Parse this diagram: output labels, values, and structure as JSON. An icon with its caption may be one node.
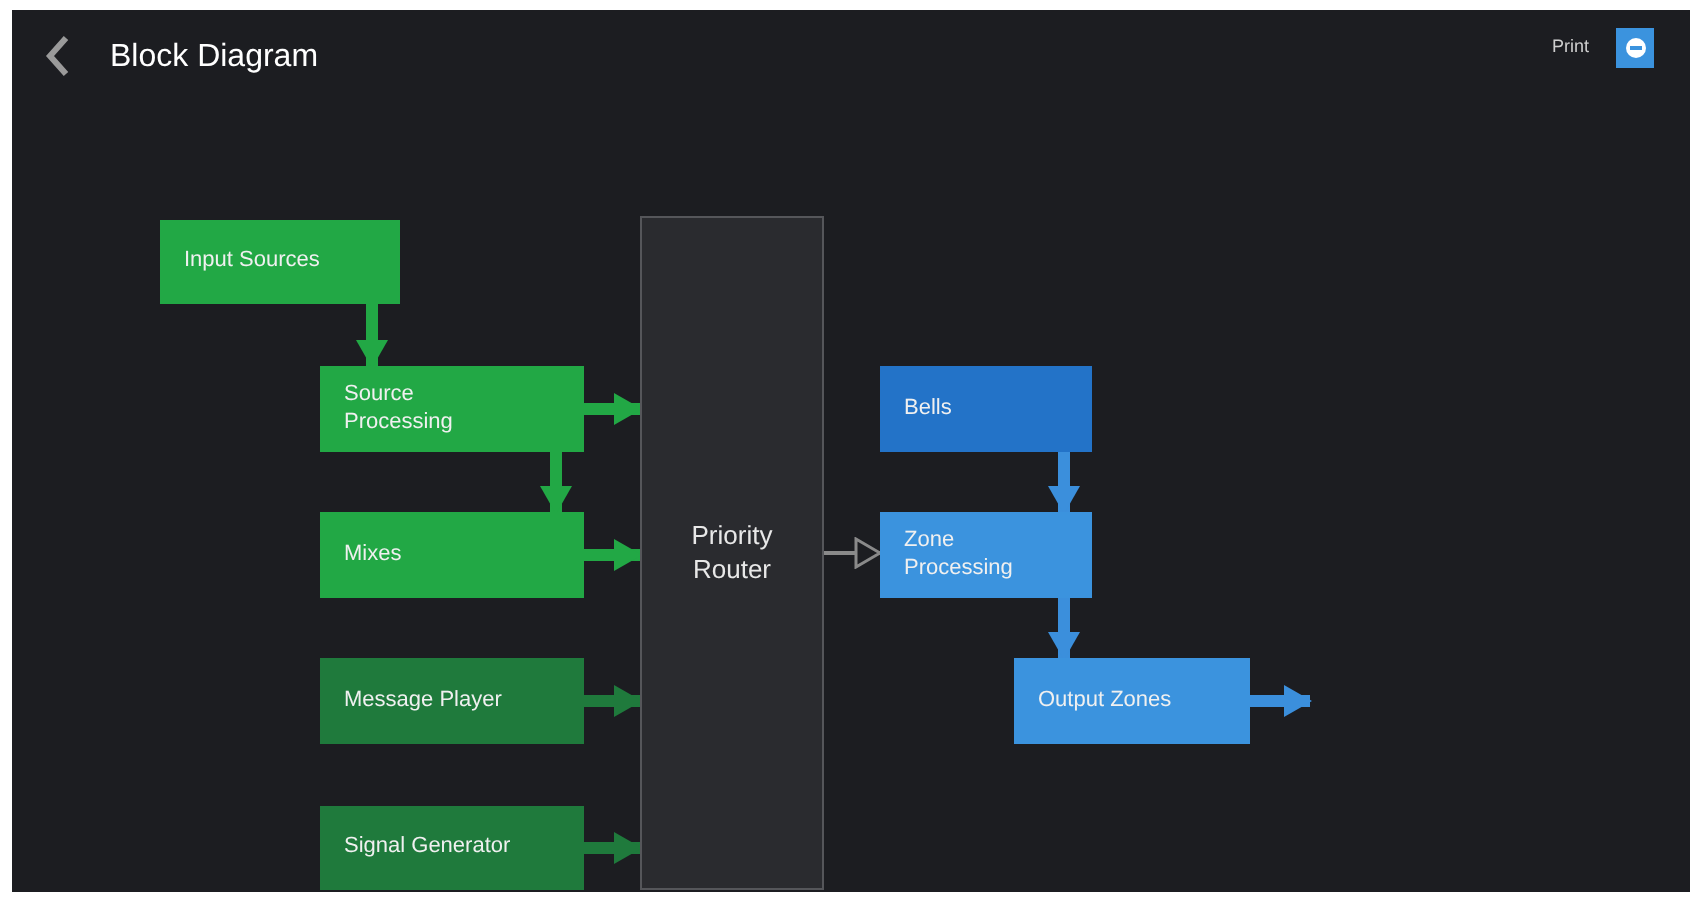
{
  "diagram": {
    "title": "Block Diagram",
    "nodes": [
      {
        "text": [
          "Input Sources"
        ]
      },
      {
        "text": [
          "Source Processing"
        ]
      },
      {
        "text": [
          "Mixes"
        ]
      },
      {
        "text": [
          "Message Player"
        ]
      },
      {
        "text": [
          "Signal Generator"
        ]
      },
      {
        "text": [
          "Priority Router"
        ]
      },
      {
        "text": [
          "Bells"
        ]
      },
      {
        "text": [
          "Zone Processing"
        ]
      },
      {
        "text": [
          "Output Zones"
        ]
      }
    ],
    "edges": [
      {
        "from": 0,
        "to": 1,
        "arrow": "to"
      },
      {
        "from": 1,
        "to": 2,
        "arrow": "to"
      },
      {
        "from": 1,
        "to": 5,
        "arrow": "to"
      },
      {
        "from": 2,
        "to": 5,
        "arrow": "to"
      },
      {
        "from": 3,
        "to": 5,
        "arrow": "to",
        "color": "#1f7a3c"
      },
      {
        "from": 4,
        "to": 5,
        "arrow": "to",
        "color": "#1f7a3c"
      },
      {
        "from": 5,
        "to": 7,
        "arrow": "to",
        "color": "#8a8a8a"
      },
      {
        "from": 6,
        "to": 7,
        "arrow": "to",
        "color": "#3b8fdc"
      },
      {
        "from": 7,
        "to": 8,
        "arrow": "to",
        "color": "#3b8fdc"
      },
      {
        "from": 8,
        "to": null,
        "arrow": "to",
        "color": "#3b8fdc"
      }
    ],
    "labels": [
      "Print"
    ]
  }
}
